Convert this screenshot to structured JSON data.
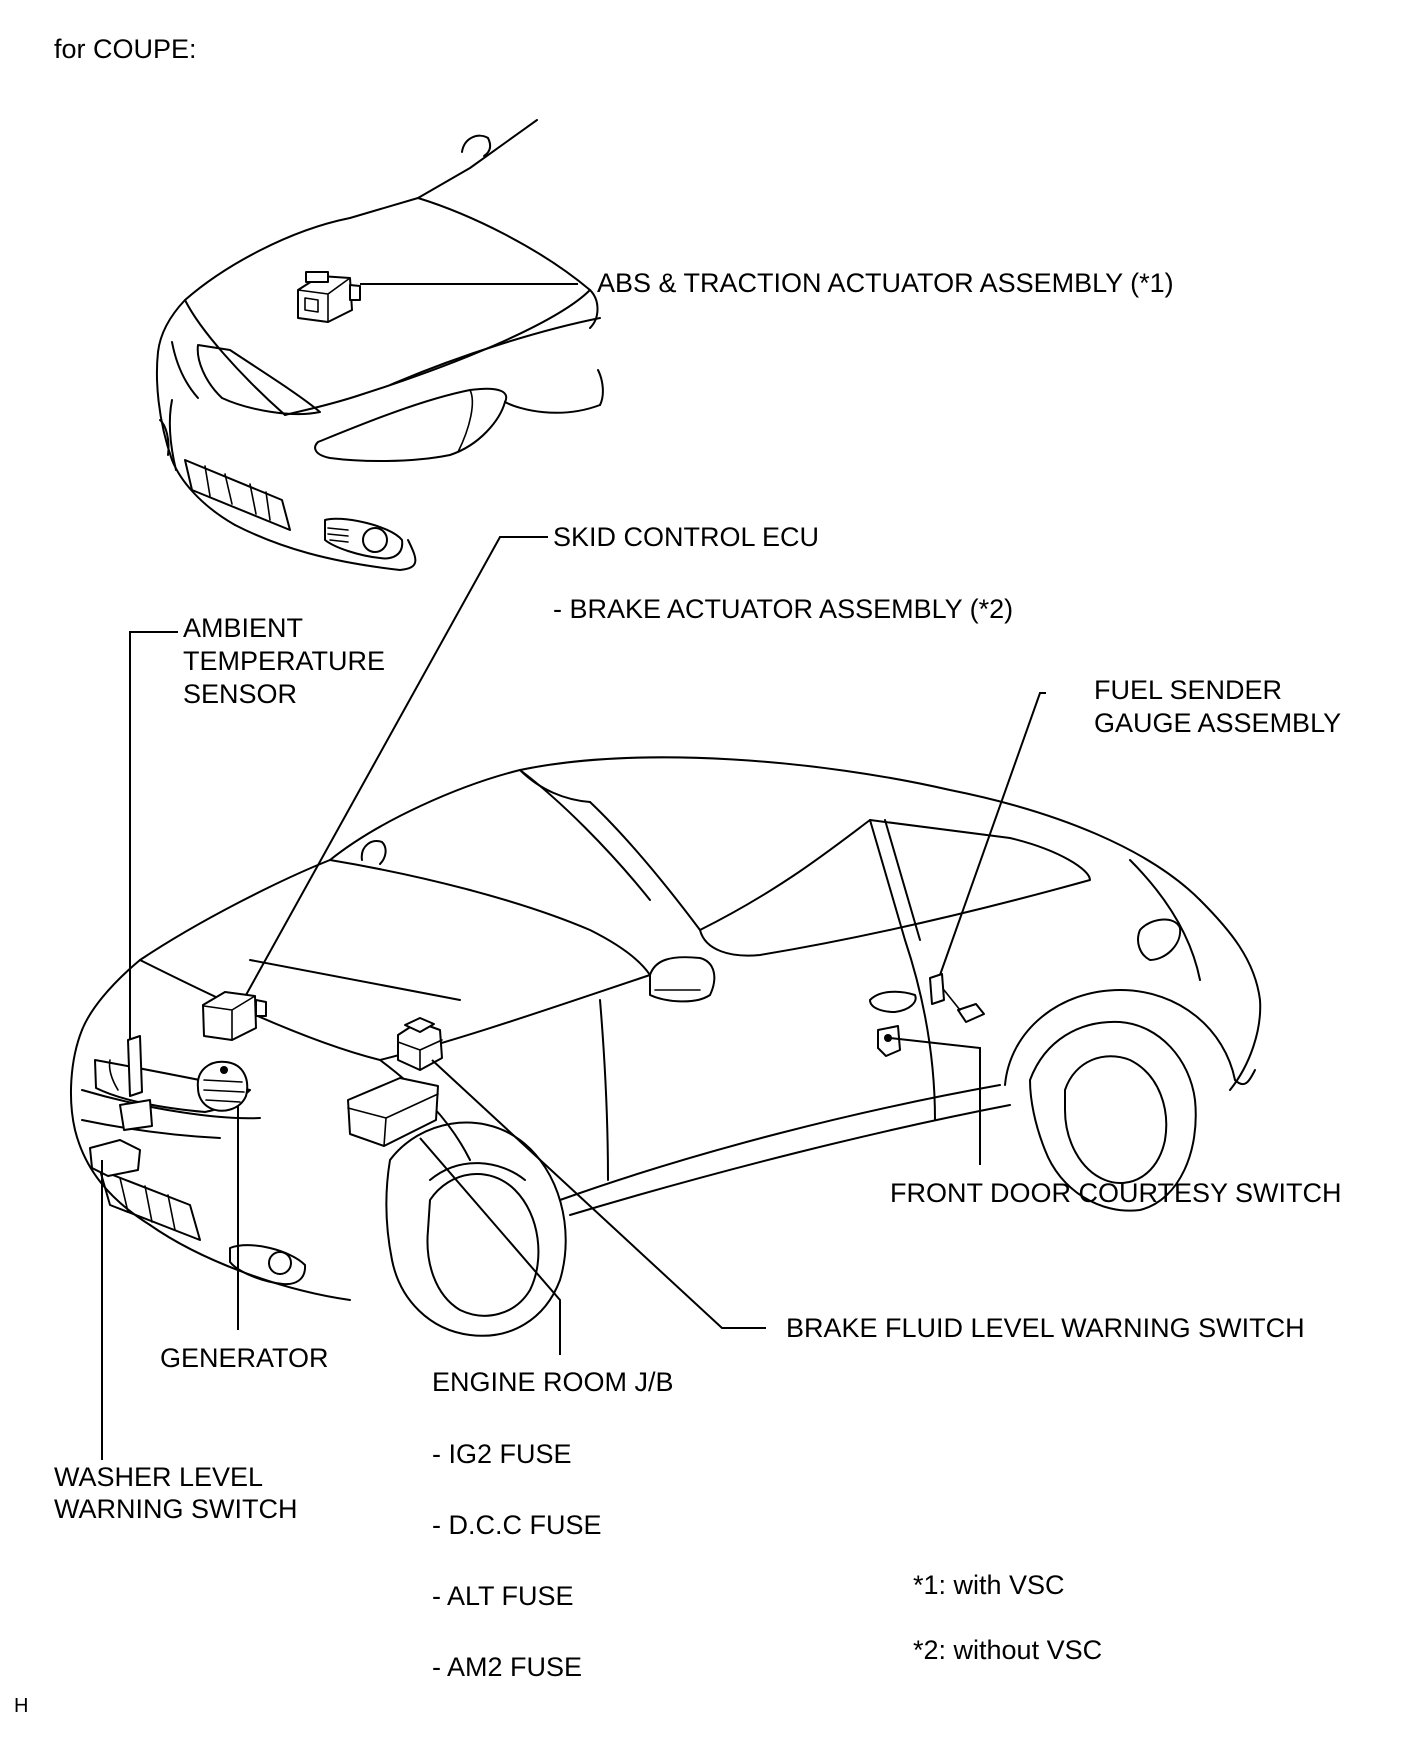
{
  "header": {
    "caption": "for COUPE:"
  },
  "labels": {
    "abs_actuator": "ABS & TRACTION ACTUATOR ASSEMBLY (*1)",
    "skid_ecu": "SKID CONTROL ECU",
    "brake_actuator": "- BRAKE ACTUATOR ASSEMBLY (*2)",
    "ambient_sensor": [
      "AMBIENT",
      "TEMPERATURE",
      "SENSOR"
    ],
    "fuel_sender": [
      "FUEL SENDER",
      "GAUGE ASSEMBLY"
    ],
    "front_door_switch": "FRONT DOOR COURTESY SWITCH",
    "brake_fluid_switch": "BRAKE FLUID LEVEL WARNING SWITCH",
    "generator": "GENERATOR",
    "engine_room_jb": "ENGINE ROOM J/B",
    "fuses": [
      "- IG2 FUSE",
      "- D.C.C FUSE",
      "- ALT FUSE",
      "- AM2 FUSE"
    ],
    "washer_switch": [
      "WASHER LEVEL",
      "WARNING SWITCH"
    ]
  },
  "footnotes": [
    "*1: with VSC",
    "*2: without VSC"
  ],
  "corner_mark": "H"
}
